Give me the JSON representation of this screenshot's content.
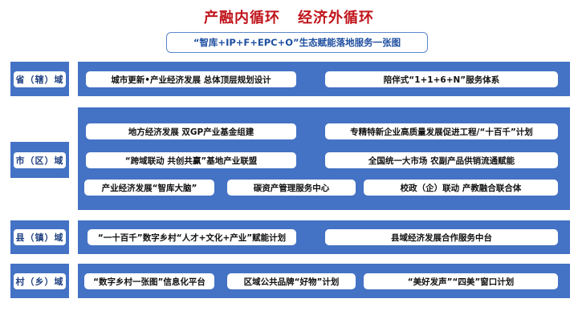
{
  "title": {
    "left": "产融内循环",
    "right": "经济外循环"
  },
  "subtitle": "“智库+IP+F+EPC+O”生态赋能落地服务一张图",
  "colors": {
    "title_red": "#c0141b",
    "panel_blue": "#4472c4",
    "subtitle_blue": "#1f4fa0"
  },
  "levels": [
    {
      "label": "省（辖）域",
      "items": [
        "城市更新•产业经济发展 总体顶层规划设计",
        "陪伴式“1+1+6+N”服务体系"
      ]
    },
    {
      "label": "市（区）域",
      "items": [
        "地方经济发展 双GP产业基金组建",
        "专精特新企业高质量发展促进工程/“十百千”计划",
        "“跨域联动  共创共赢”基地产业联盟",
        "全国统一大市场 农副产品供销流通赋能",
        "产业经济发展“智库大脑”",
        "碳资产管理服务中心",
        "校政（企）联动 产教融合联合体"
      ]
    },
    {
      "label": "县（镇）域",
      "items": [
        "“一十百千”数字乡村“人才+文化+产业”赋能计划",
        "县域经济发展合作服务中台"
      ]
    },
    {
      "label": "村（乡）域",
      "items": [
        "“数字乡村一张图”信息化平台",
        "区域公共品牌“好物”计划",
        "“美好发声”“四美”窗口计划"
      ]
    }
  ]
}
